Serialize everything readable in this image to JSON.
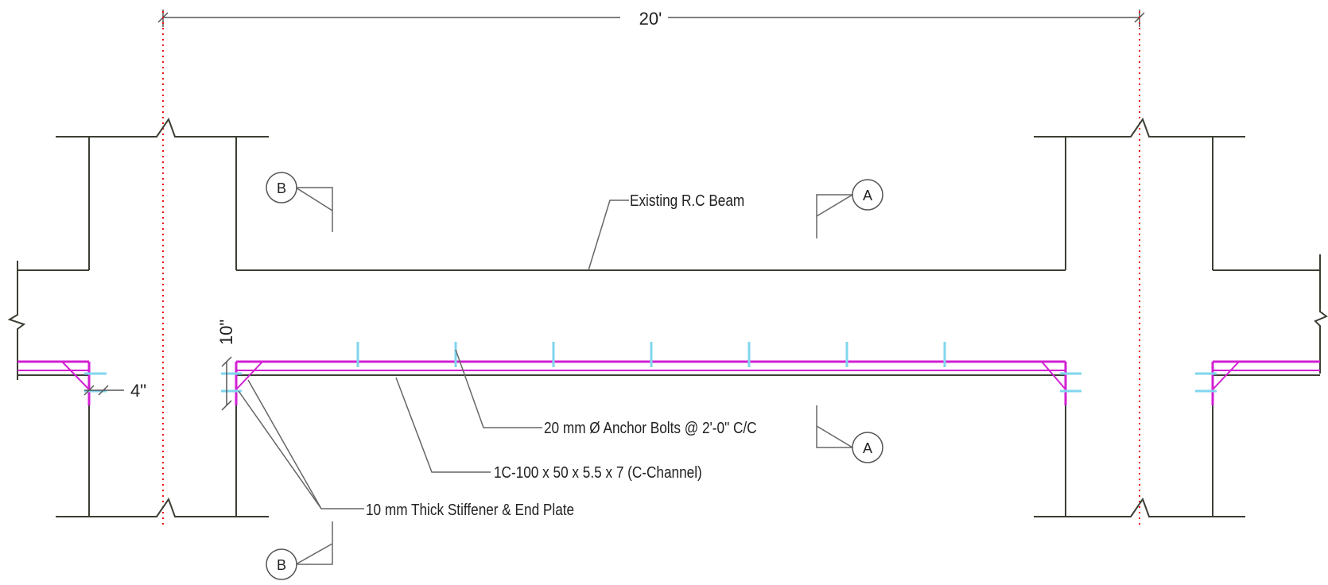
{
  "dimensions": {
    "span": "20'",
    "depth": "10\"",
    "edge": "4\""
  },
  "callouts": {
    "beam": "Existing R.C Beam",
    "bolts": "20 mm Ø Anchor Bolts @ 2'-0\" C/C",
    "channel": "1C-100 x 50 x 5.5 x 7 (C-Channel)",
    "stiffener": "10 mm Thick Stiffener & End Plate"
  },
  "section_marks": {
    "a": "A",
    "b": "B"
  },
  "colors": {
    "concrete": "#3a3f33",
    "centerline": "#ee1111",
    "steel": "#d21fd2",
    "bolts": "#7fd6ee"
  }
}
